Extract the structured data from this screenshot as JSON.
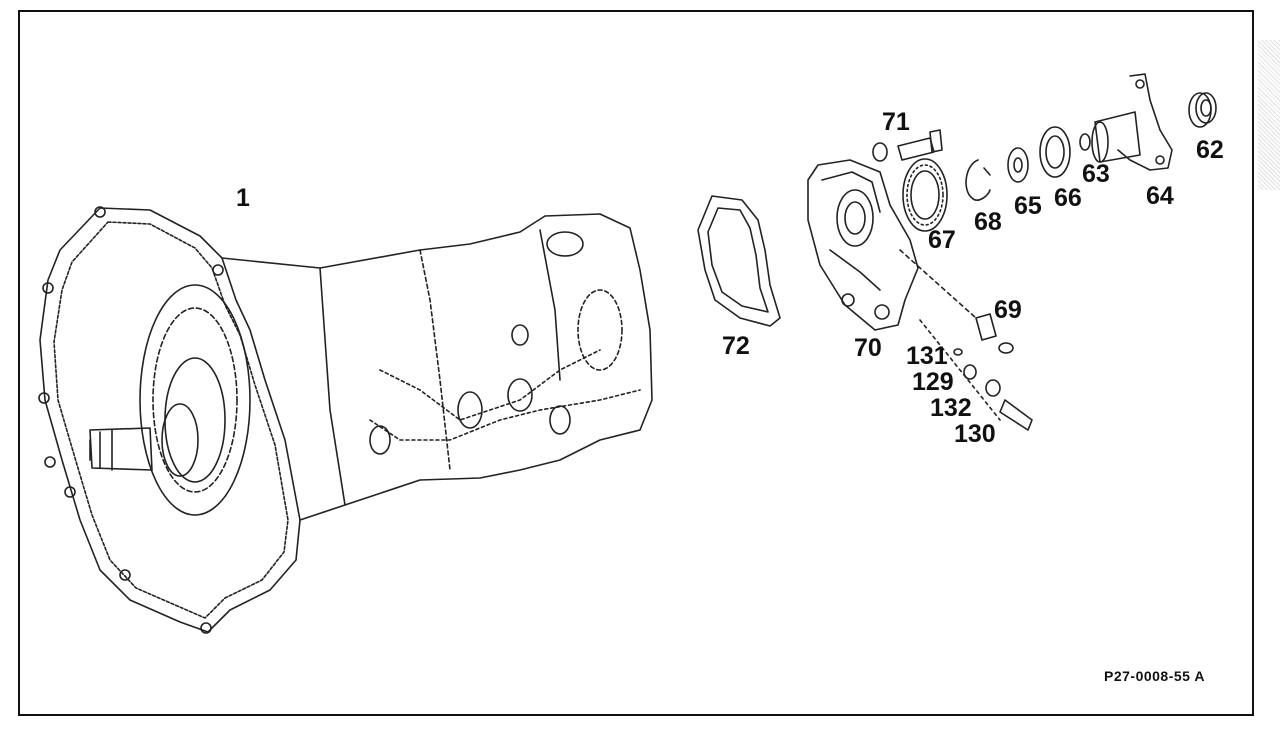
{
  "diagram": {
    "reference_code": "P27-0008-55 A",
    "callouts": [
      {
        "id": "c1",
        "label": "1"
      },
      {
        "id": "c71",
        "label": "71"
      },
      {
        "id": "c62",
        "label": "62"
      },
      {
        "id": "c63",
        "label": "63"
      },
      {
        "id": "c64",
        "label": "64"
      },
      {
        "id": "c65",
        "label": "65"
      },
      {
        "id": "c66",
        "label": "66"
      },
      {
        "id": "c67",
        "label": "67"
      },
      {
        "id": "c68",
        "label": "68"
      },
      {
        "id": "c69",
        "label": "69"
      },
      {
        "id": "c70",
        "label": "70"
      },
      {
        "id": "c72",
        "label": "72"
      },
      {
        "id": "c131",
        "label": "131"
      },
      {
        "id": "c129",
        "label": "129"
      },
      {
        "id": "c132",
        "label": "132"
      },
      {
        "id": "c130",
        "label": "130"
      }
    ]
  }
}
